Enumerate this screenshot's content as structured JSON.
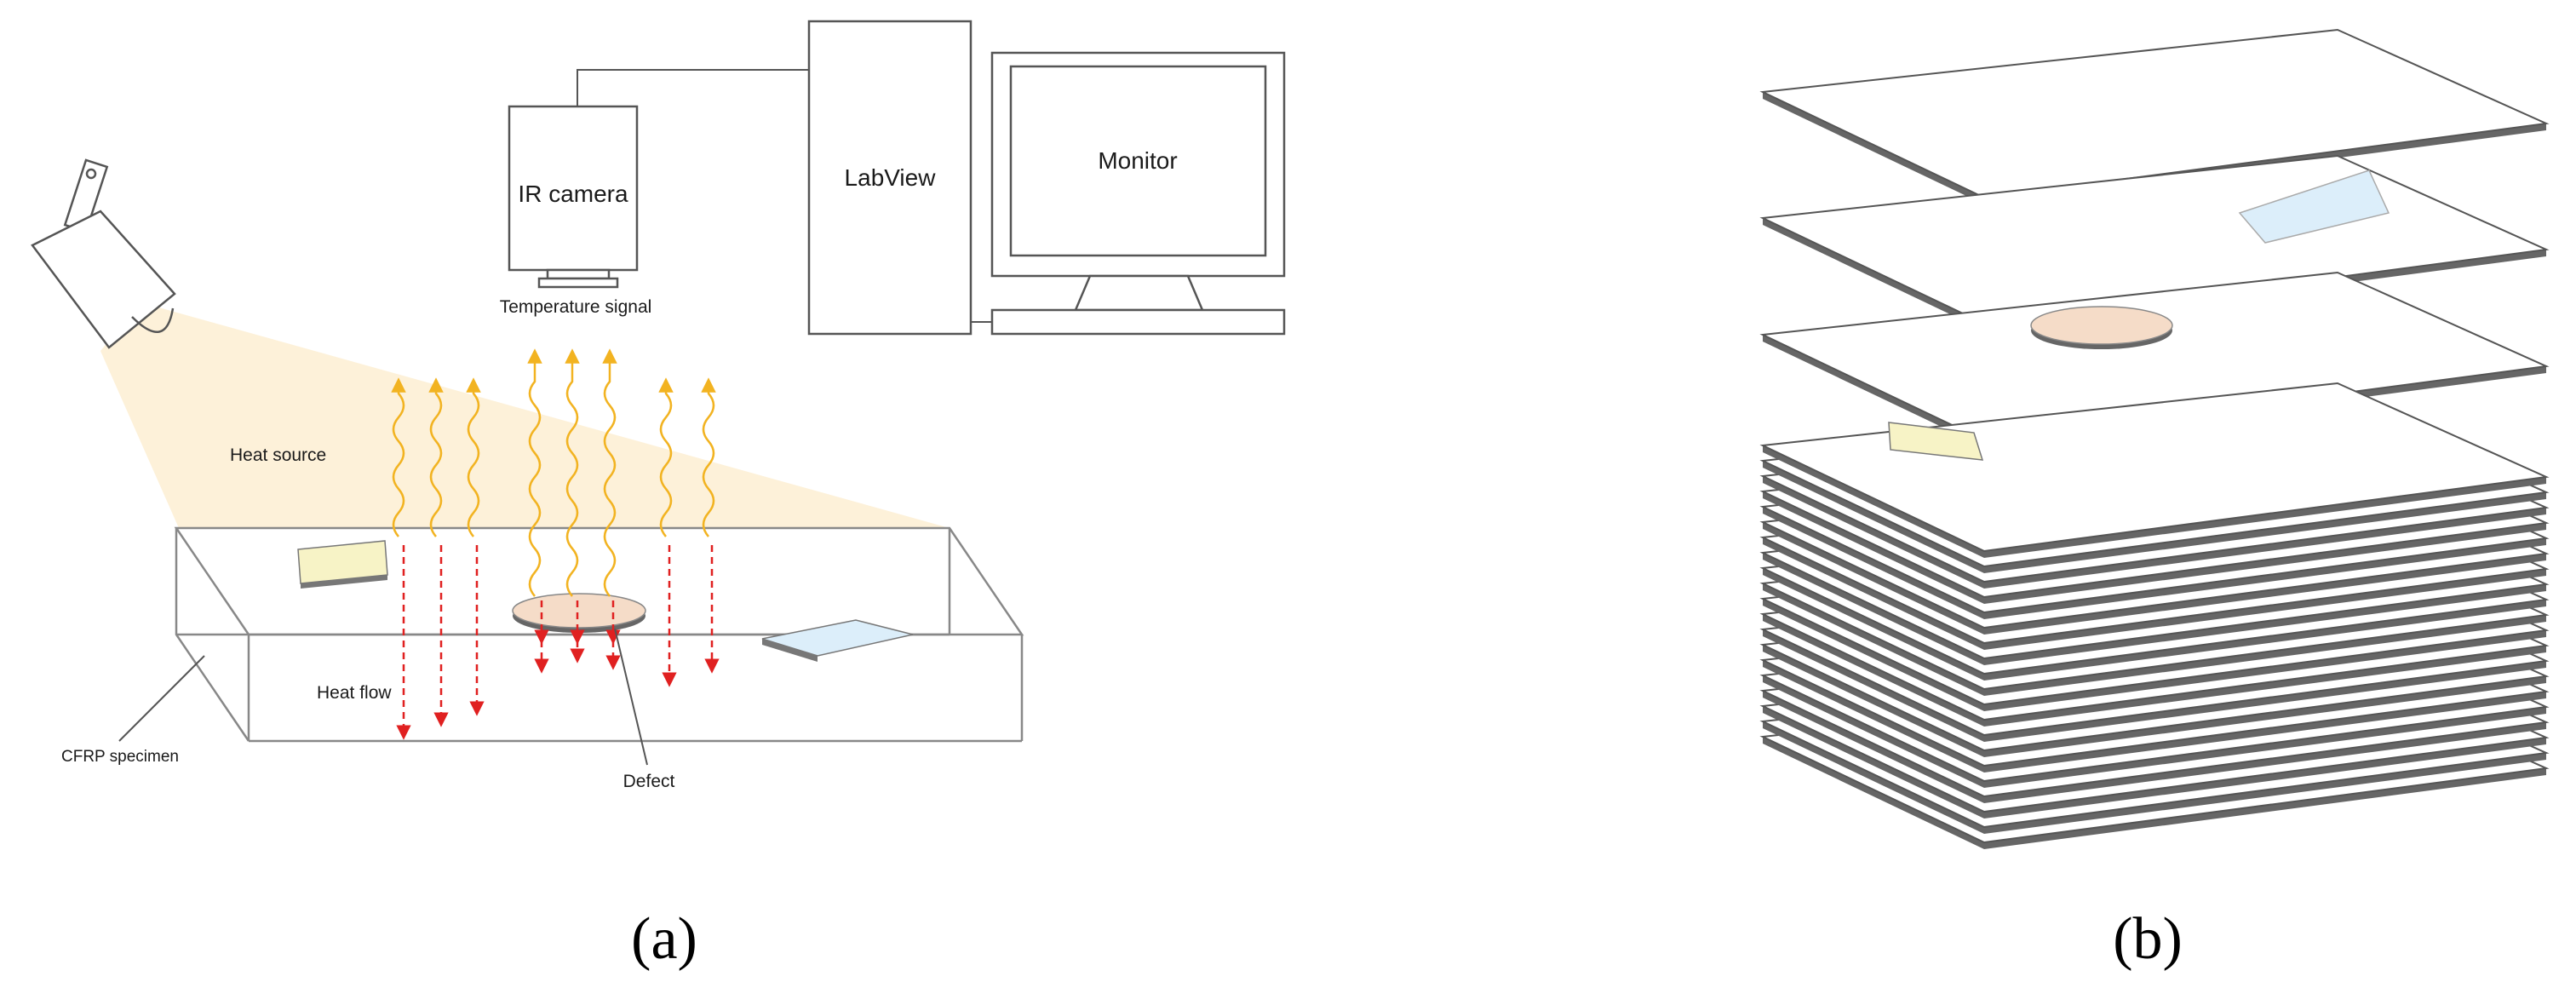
{
  "panel_a": {
    "caption": "(a)",
    "labels": {
      "ir_camera": "IR camera",
      "labview": "LabView",
      "monitor": "Monitor",
      "temperature_signal": "Temperature signal",
      "heat_source": "Heat source",
      "heat_flow": "Heat flow",
      "cfrp_specimen": "CFRP specimen",
      "defect": "Defect"
    },
    "icons": [
      "heat-lamp-icon",
      "ir-camera-icon",
      "computer-tower-icon",
      "monitor-icon",
      "keyboard-icon"
    ]
  },
  "panel_b": {
    "caption": "(b)",
    "loose_plies": 3,
    "stack_plies": 20
  },
  "colors": {
    "line": "#555555",
    "beam": "#fdf0d5",
    "heat_wave": "#f2b321",
    "heat_flow": "#e02020",
    "defect_disc": "#f5dcc8",
    "yellow_insert": "#f7f3c6",
    "blue_insert": "#dceefa"
  }
}
